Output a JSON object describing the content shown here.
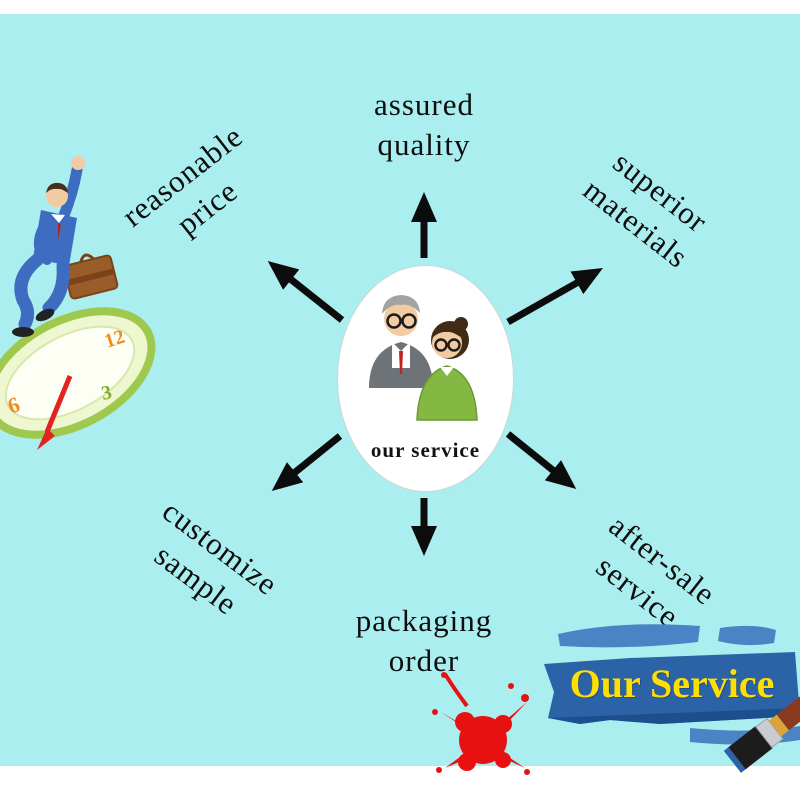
{
  "page": {
    "background": "#ffffff",
    "canvas_color": "#aaeef0"
  },
  "center": {
    "label": "our service",
    "icon": "two-business-people"
  },
  "spokes": {
    "top": {
      "line1": "assured",
      "line2": "quality"
    },
    "top_right": {
      "line1": "superior",
      "line2": "materials"
    },
    "bottom_right": {
      "line1": "after-sale",
      "line2": "service"
    },
    "bottom": {
      "line1": "packaging",
      "line2": "order"
    },
    "bottom_left": {
      "line1": "customize",
      "line2": "sample"
    },
    "top_left": {
      "line1": "reasonable",
      "line2": "price"
    }
  },
  "clock": {
    "n12": "12",
    "n3": "3",
    "n6": "6"
  },
  "banner": {
    "text": "Our Service",
    "text_color": "#ffdf00",
    "stroke_color": "#2c63a6"
  },
  "colors": {
    "arrow": "#0c0c0c",
    "label_text": "#0d0d0d",
    "splat_red": "#e81111"
  },
  "icons": {
    "top_left_illustration": "jumping-businessman-over-melting-clock",
    "bottom_center": "red-paint-splat",
    "bottom_right": "paintbrush"
  }
}
